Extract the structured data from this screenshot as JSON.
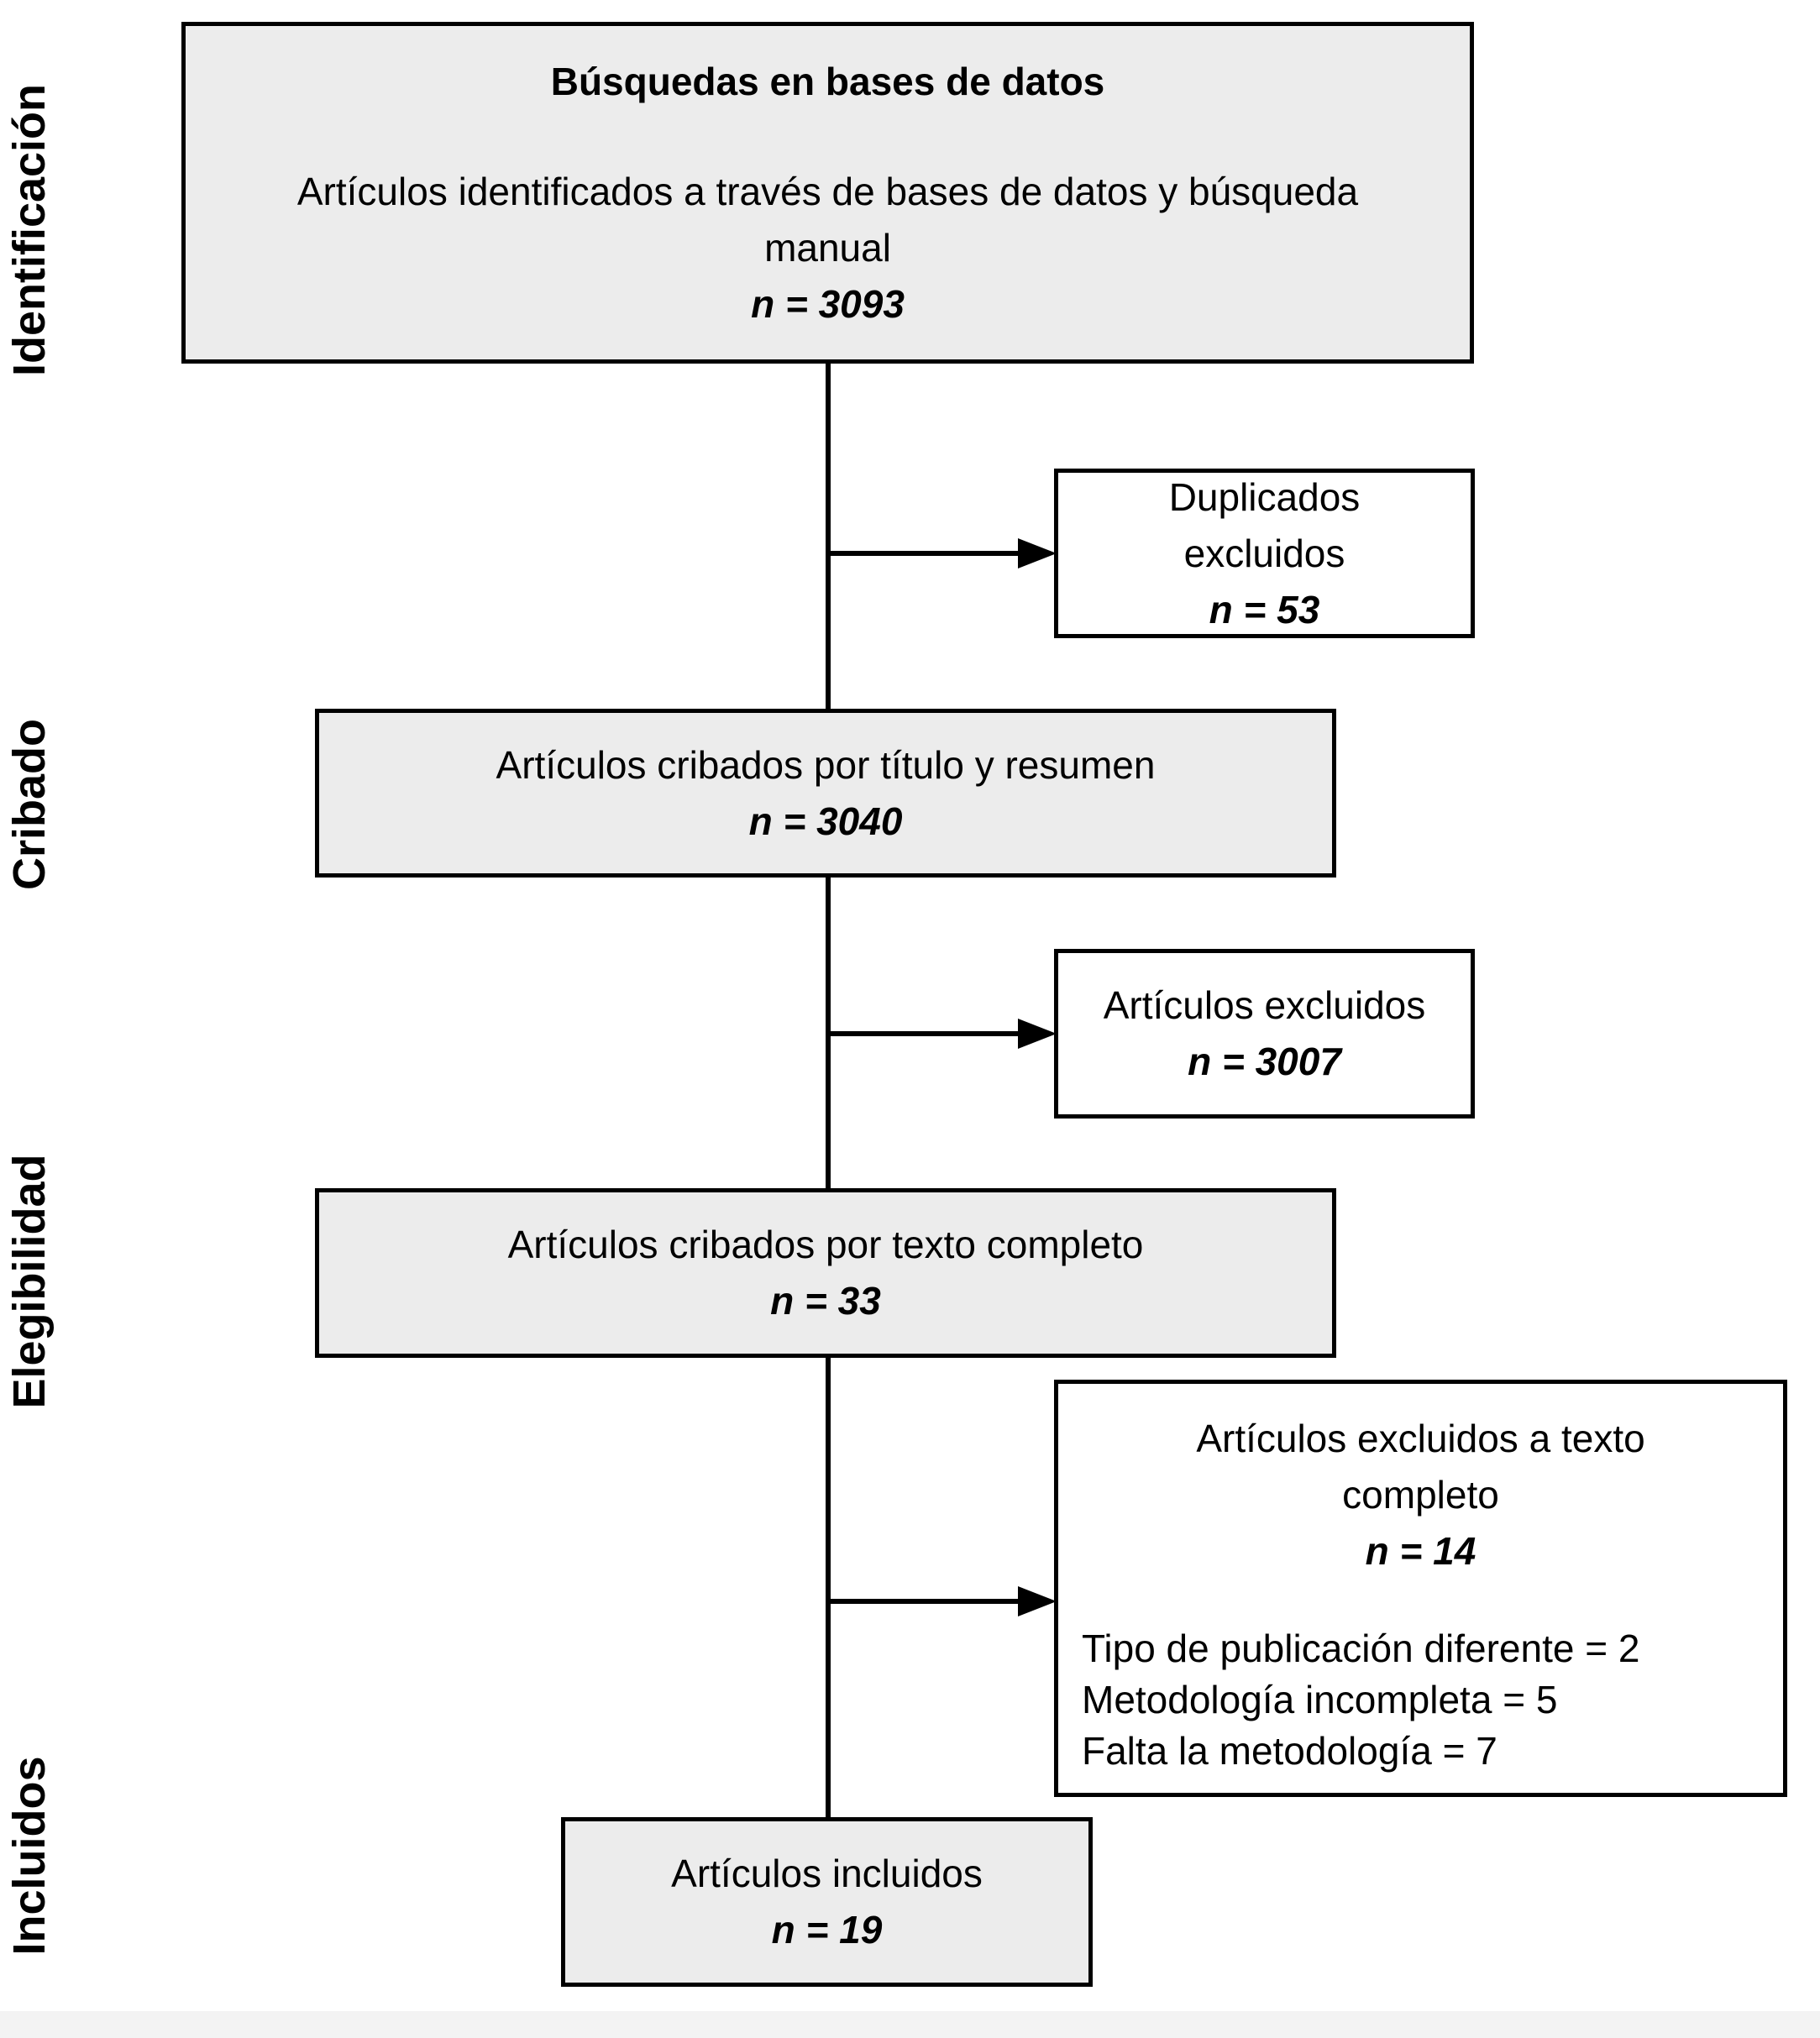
{
  "phases": {
    "identificacion": "Identificación",
    "cribado": "Cribado",
    "elegibilidad": "Elegibilidad",
    "incluidos": "Incluidos"
  },
  "boxes": {
    "identification": {
      "title": "Búsquedas en bases de datos",
      "text": "Artículos identificados a través de bases de datos y búsqueda manual",
      "n": "n = 3093"
    },
    "duplicates": {
      "text": "Duplicados excluidos",
      "n": "n = 53"
    },
    "screened": {
      "text": "Artículos cribados por título y resumen",
      "n": "n = 3040"
    },
    "excluded": {
      "text": "Artículos excluidos",
      "n": "n = 3007"
    },
    "fulltext": {
      "text": "Artículos cribados por texto completo",
      "n": "n = 33"
    },
    "fulltext_excluded": {
      "text": "Artículos excluidos a texto completo",
      "n": "n = 14",
      "reasons": [
        "Tipo de publicación diferente = 2",
        "Metodología incompleta = 5",
        "Falta la metodología = 7"
      ]
    },
    "included": {
      "text": "Artículos incluidos",
      "n": "n = 19"
    }
  }
}
